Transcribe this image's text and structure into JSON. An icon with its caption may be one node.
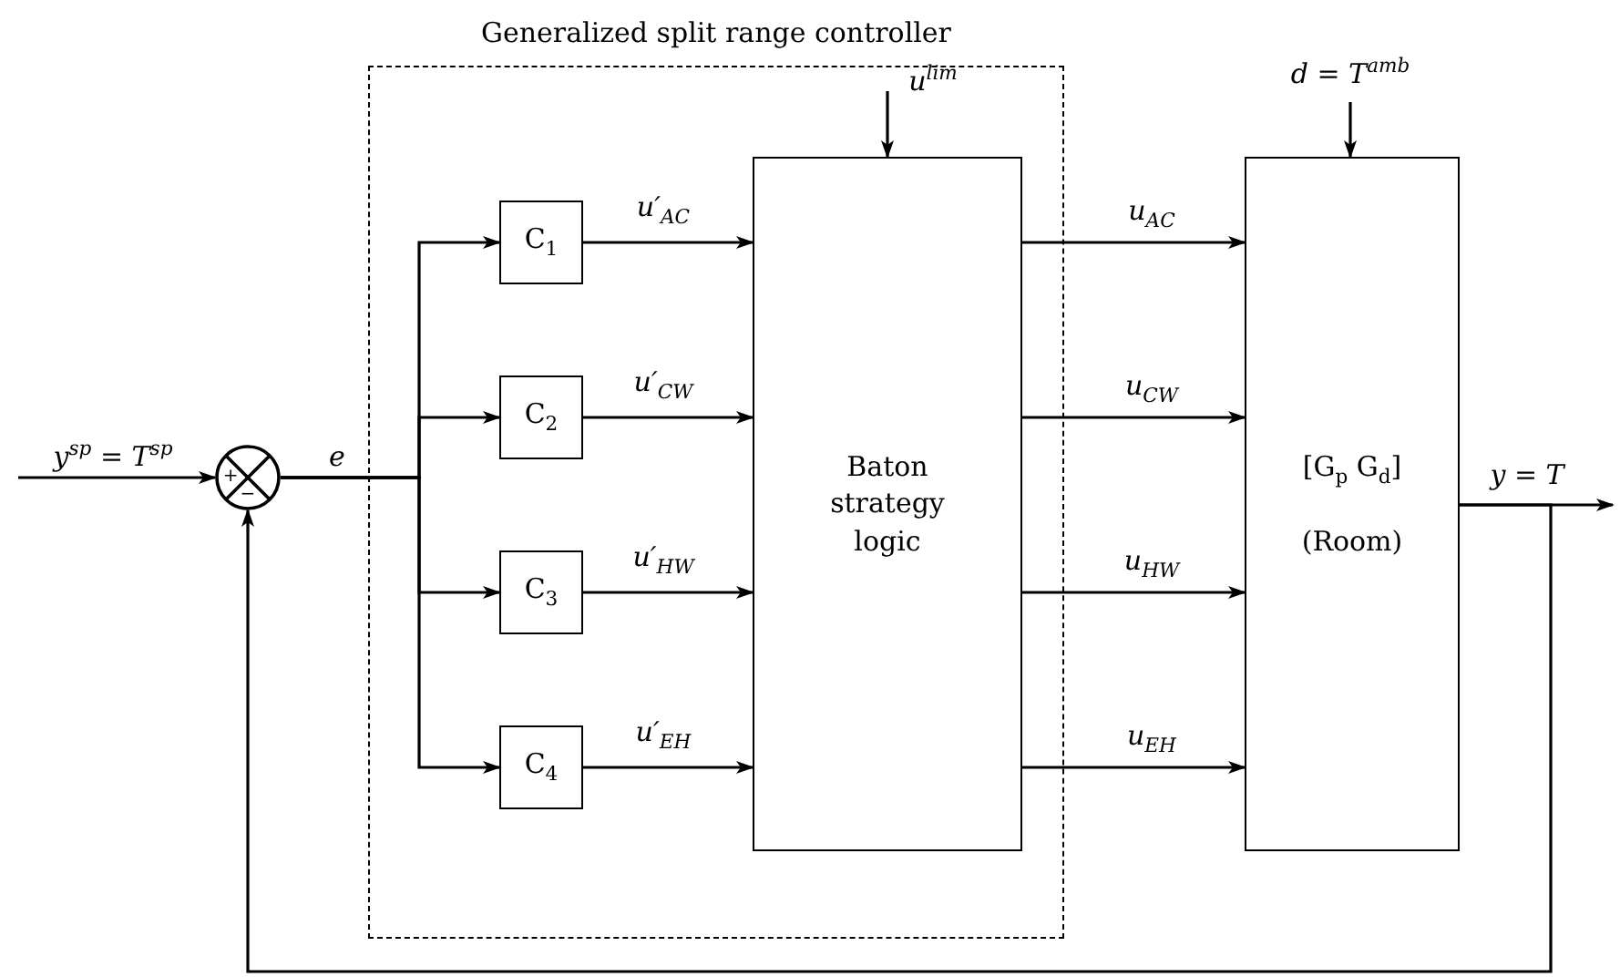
{
  "diagram": {
    "nodes": [
      {
        "text": [
          "Generalized split range controller"
        ]
      },
      {
        "text": [
          "+",
          "−"
        ]
      },
      {
        "text": [
          "C$_{1}$"
        ],
        "in": 0
      },
      {
        "text": [
          "C$_{2}$"
        ],
        "in": 0
      },
      {
        "text": [
          "C$_{3}$"
        ],
        "in": 0
      },
      {
        "text": [
          "C$_{4}$"
        ],
        "in": 0
      },
      {
        "text": [
          "Baton strategy logic"
        ],
        "in": 0
      },
      {
        "text": [
          "[G$_{p}$ G$_{d}$]",
          "(Room)"
        ]
      }
    ],
    "edges": [
      {
        "from": null,
        "to": 1,
        "arrow": "to",
        "label": "y$^{sp}$ = T$^{sp}$"
      },
      {
        "from": 1,
        "to": 2,
        "arrow": "to",
        "label": "e"
      },
      {
        "from": 1,
        "to": 3,
        "arrow": "to"
      },
      {
        "from": 1,
        "to": 4,
        "arrow": "to"
      },
      {
        "from": 1,
        "to": 5,
        "arrow": "to"
      },
      {
        "from": 2,
        "to": 6,
        "arrow": "to",
        "label": "u′$_{AC}$"
      },
      {
        "from": 3,
        "to": 6,
        "arrow": "to",
        "label": "u′$_{CW}$"
      },
      {
        "from": 4,
        "to": 6,
        "arrow": "to",
        "label": "u′$_{HW}$"
      },
      {
        "from": 5,
        "to": 6,
        "arrow": "to",
        "label": "u′$_{EH}$"
      },
      {
        "from": null,
        "to": 6,
        "arrow": "to",
        "label": "u$^{lim}$"
      },
      {
        "from": 6,
        "to": 7,
        "arrow": "to",
        "label": "u$_{AC}$"
      },
      {
        "from": 6,
        "to": 7,
        "arrow": "to",
        "label": "u$_{CW}$"
      },
      {
        "from": 6,
        "to": 7,
        "arrow": "to",
        "label": "u$_{HW}$"
      },
      {
        "from": 6,
        "to": 7,
        "arrow": "to",
        "label": "u$_{EH}$"
      },
      {
        "from": null,
        "to": 7,
        "arrow": "to",
        "label": "d = T$^{amb}$"
      },
      {
        "from": 7,
        "to": null,
        "arrow": "to",
        "label": "y = T"
      },
      {
        "from": 7,
        "to": 1,
        "arrow": "to"
      }
    ]
  }
}
